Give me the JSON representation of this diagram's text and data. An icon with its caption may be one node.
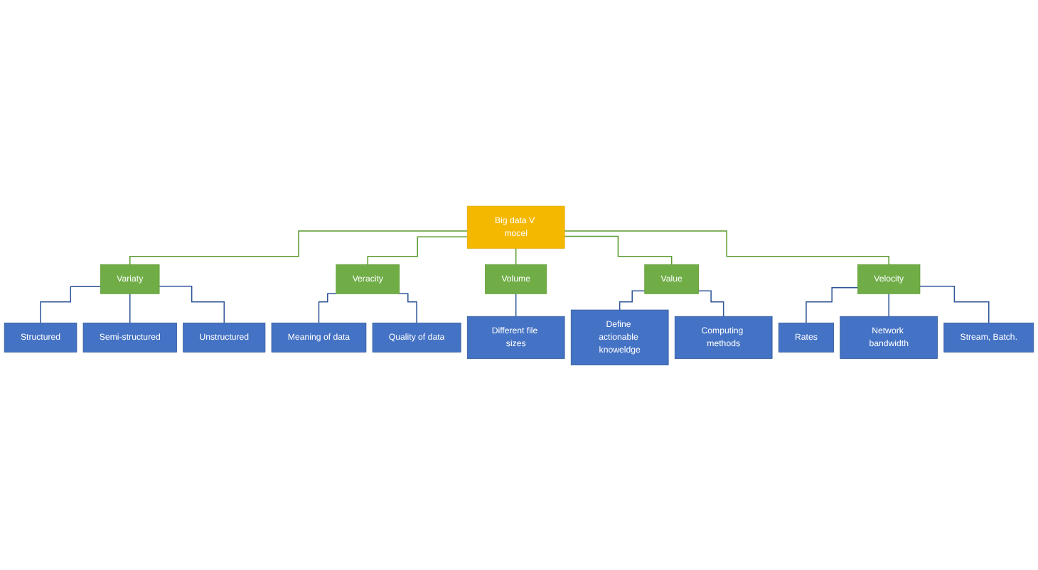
{
  "diagram": {
    "nodes": [
      {
        "text": [
          "Big data V mocel"
        ]
      },
      {
        "text": [
          "Variaty"
        ]
      },
      {
        "text": [
          "Veracity"
        ]
      },
      {
        "text": [
          "Volume"
        ]
      },
      {
        "text": [
          "Value"
        ]
      },
      {
        "text": [
          "Velocity"
        ]
      },
      {
        "text": [
          "Structured"
        ]
      },
      {
        "text": [
          "Semi-structured"
        ]
      },
      {
        "text": [
          "Unstructured"
        ]
      },
      {
        "text": [
          "Meaning of data"
        ]
      },
      {
        "text": [
          "Quality of data"
        ]
      },
      {
        "text": [
          "Different file sizes"
        ]
      },
      {
        "text": [
          "Define actionable knoweldge"
        ]
      },
      {
        "text": [
          "Computing methods"
        ]
      },
      {
        "text": [
          "Rates"
        ]
      },
      {
        "text": [
          "Network bandwidth"
        ]
      },
      {
        "text": [
          "Stream, Batch."
        ]
      }
    ],
    "edges": [
      {
        "from": 0,
        "to": 1,
        "arrow": "none",
        "color": "#5a9a2e"
      },
      {
        "from": 0,
        "to": 2,
        "arrow": "none",
        "color": "#5a9a2e"
      },
      {
        "from": 0,
        "to": 3,
        "arrow": "none",
        "color": "#5a9a2e"
      },
      {
        "from": 0,
        "to": 4,
        "arrow": "none",
        "color": "#5a9a2e"
      },
      {
        "from": 0,
        "to": 5,
        "arrow": "none",
        "color": "#5a9a2e"
      },
      {
        "from": 1,
        "to": 6,
        "arrow": "none"
      },
      {
        "from": 1,
        "to": 7,
        "arrow": "none"
      },
      {
        "from": 1,
        "to": 8,
        "arrow": "none"
      },
      {
        "from": 2,
        "to": 9,
        "arrow": "none"
      },
      {
        "from": 2,
        "to": 10,
        "arrow": "none"
      },
      {
        "from": 3,
        "to": 11,
        "arrow": "none"
      },
      {
        "from": 4,
        "to": 12,
        "arrow": "none"
      },
      {
        "from": 4,
        "to": 13,
        "arrow": "none"
      },
      {
        "from": 5,
        "to": 14,
        "arrow": "none"
      },
      {
        "from": 5,
        "to": 15,
        "arrow": "none"
      },
      {
        "from": 5,
        "to": 16,
        "arrow": "none"
      }
    ]
  }
}
